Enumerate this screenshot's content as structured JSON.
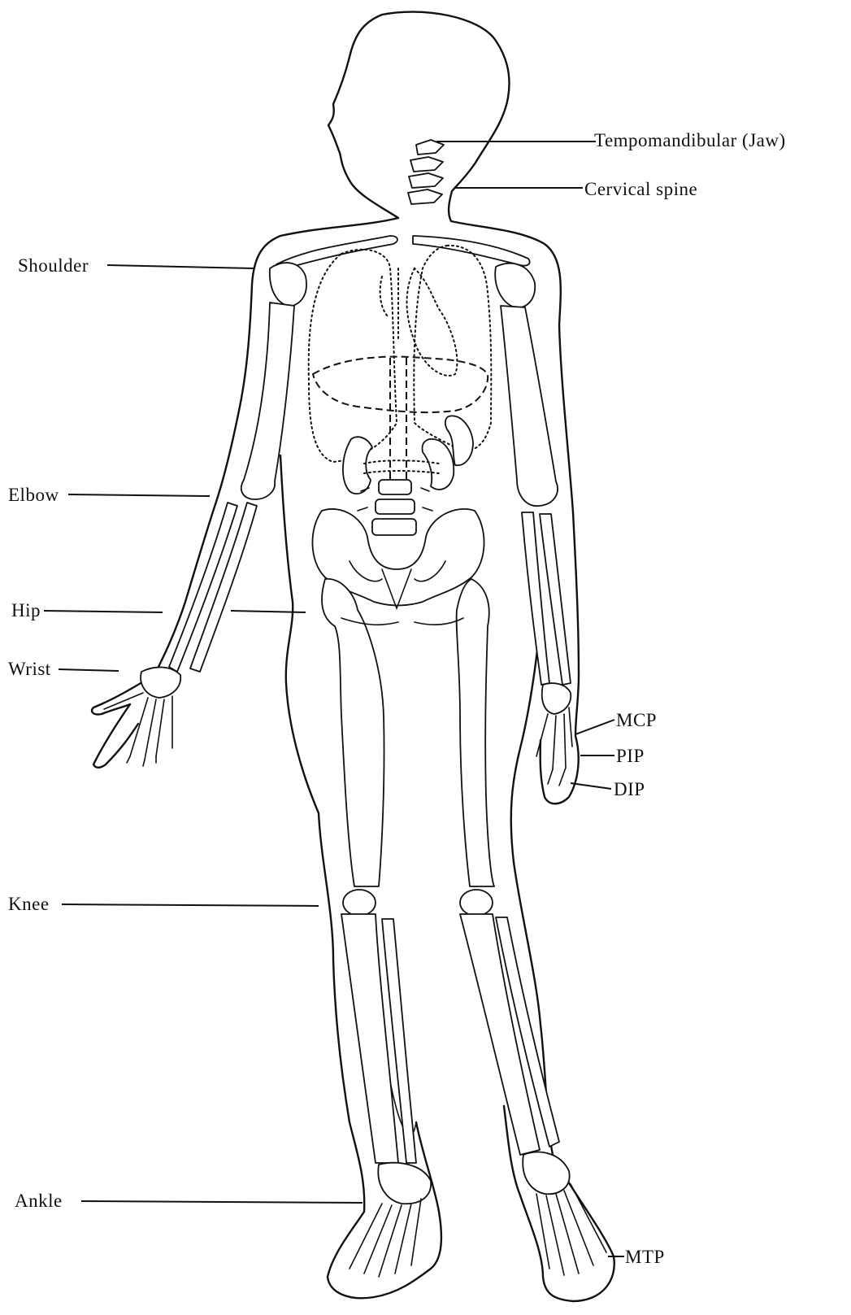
{
  "labels": {
    "temporomandibular": "Tempomandibular (Jaw)",
    "cervical": "Cervical spine",
    "shoulder": "Shoulder",
    "elbow": "Elbow",
    "hip": "Hip",
    "wrist": "Wrist",
    "knee": "Knee",
    "ankle": "Ankle",
    "mcp": "MCP",
    "pip": "PIP",
    "dip": "DIP",
    "mtp": "MTP"
  },
  "colors": {
    "ink": "#111111",
    "paper": "#ffffff"
  }
}
